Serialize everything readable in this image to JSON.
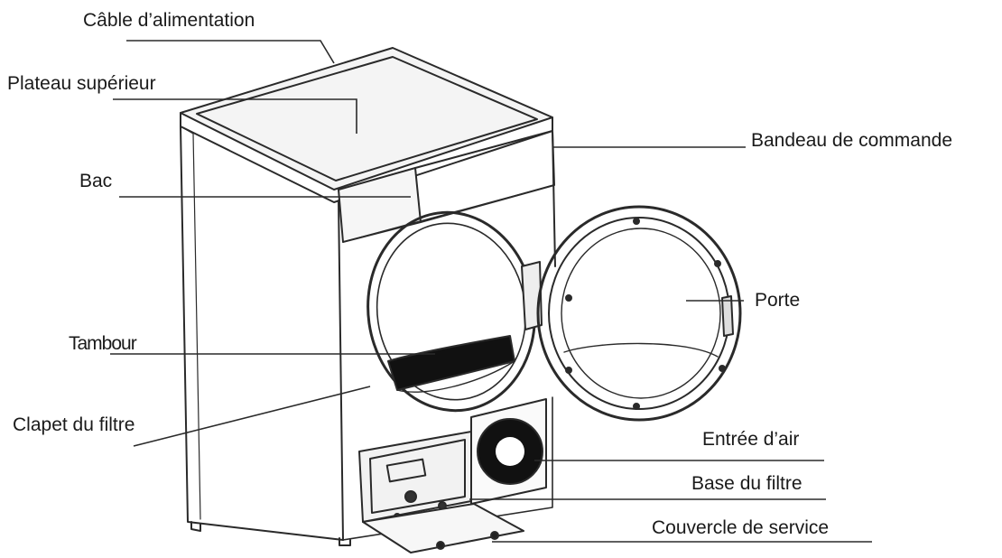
{
  "labels": {
    "power_cable": "Câble d’alimentation",
    "top_plate": "Plateau supérieur",
    "tank": "Bac",
    "drum": "Tambour",
    "filter_flap": "Clapet du filtre",
    "control_panel": "Bandeau de commande",
    "door": "Porte",
    "air_inlet": "Entrée d’air",
    "filter_base": "Base du filtre",
    "service_cover": "Couvercle de service"
  }
}
